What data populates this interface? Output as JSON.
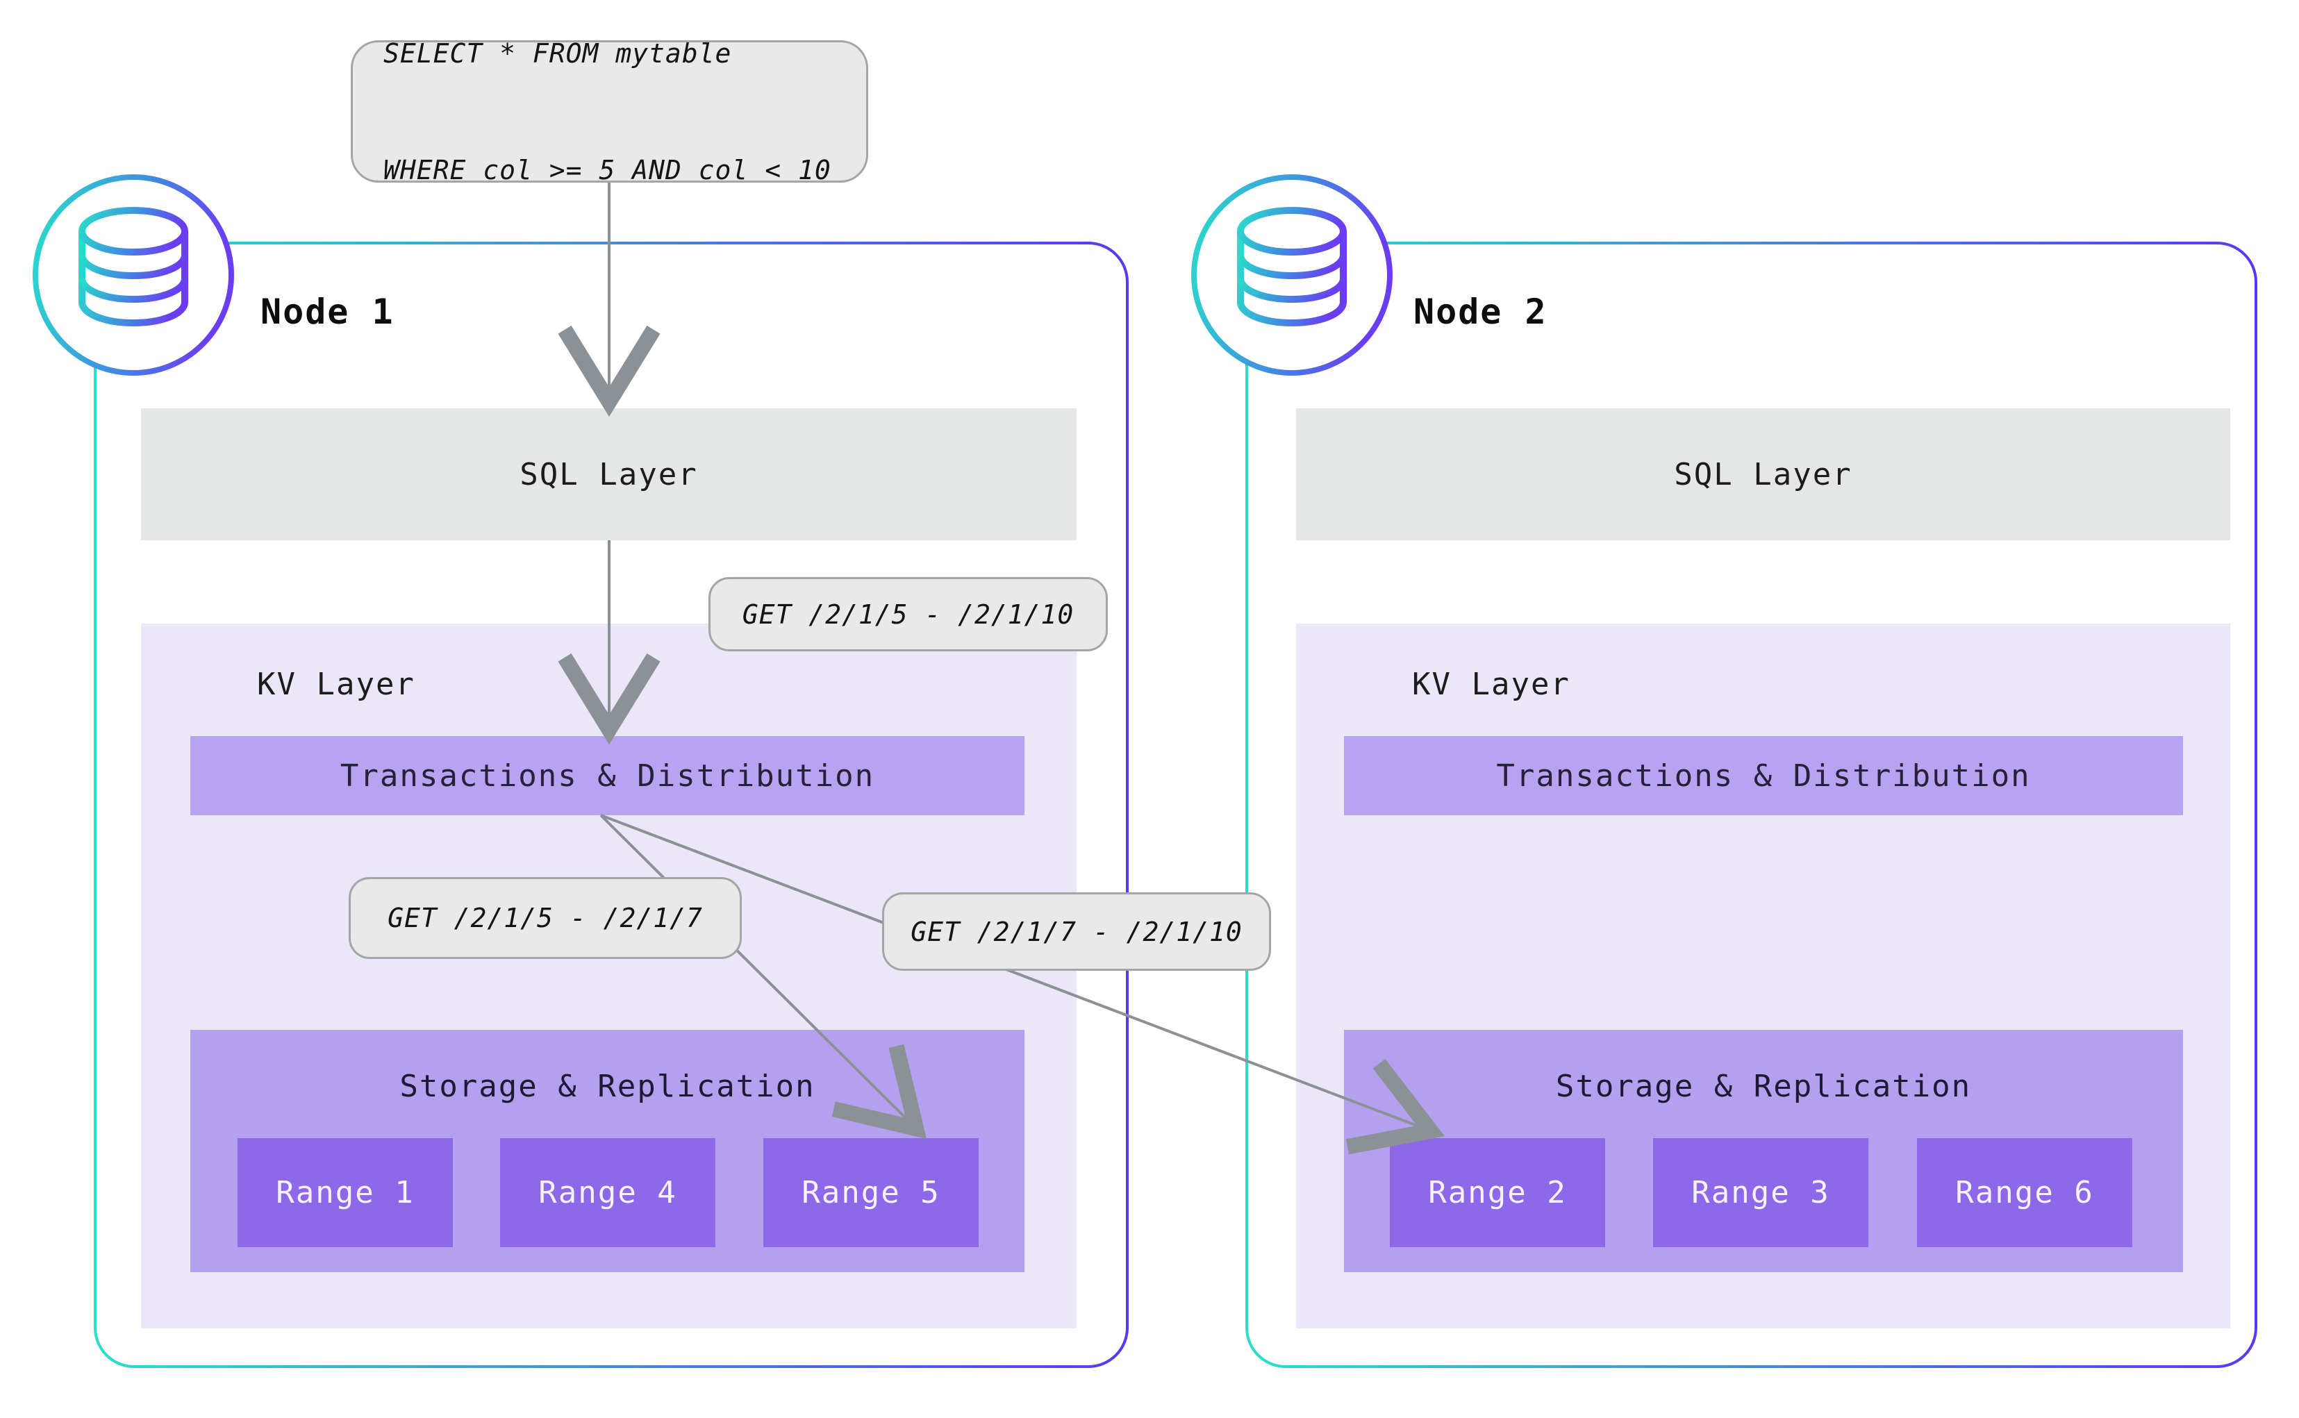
{
  "query_callout": {
    "line1": "SELECT * FROM mytable",
    "line2": "WHERE col >= 5 AND col < 10"
  },
  "get_callouts": {
    "full_range": "GET /2/1/5 - /2/1/10",
    "left_split": "GET /2/1/5 - /2/1/7",
    "right_split": "GET /2/1/7 - /2/1/10"
  },
  "nodes": [
    {
      "label": "Node 1",
      "sql_layer": "SQL Layer",
      "kv_layer": "KV Layer",
      "transactions": "Transactions & Distribution",
      "storage": "Storage & Replication",
      "ranges": [
        "Range 1",
        "Range 4",
        "Range 5"
      ]
    },
    {
      "label": "Node 2",
      "sql_layer": "SQL Layer",
      "kv_layer": "KV Layer",
      "transactions": "Transactions & Distribution",
      "storage": "Storage & Replication",
      "ranges": [
        "Range 2",
        "Range 3",
        "Range 6"
      ]
    }
  ],
  "colors": {
    "node_border_teal": "#29dfca",
    "node_border_purple": "#5a38f0",
    "sql_bar_gray": "#e5e6e6",
    "kv_panel_lavender": "#ece6f9",
    "layer_bar_purple": "#b7a3ef",
    "range_purple": "#8d69e9",
    "callout_gray": "#e8e9e8",
    "callout_border": "#a3a6a6",
    "arrow_gray": "#8c9196"
  }
}
